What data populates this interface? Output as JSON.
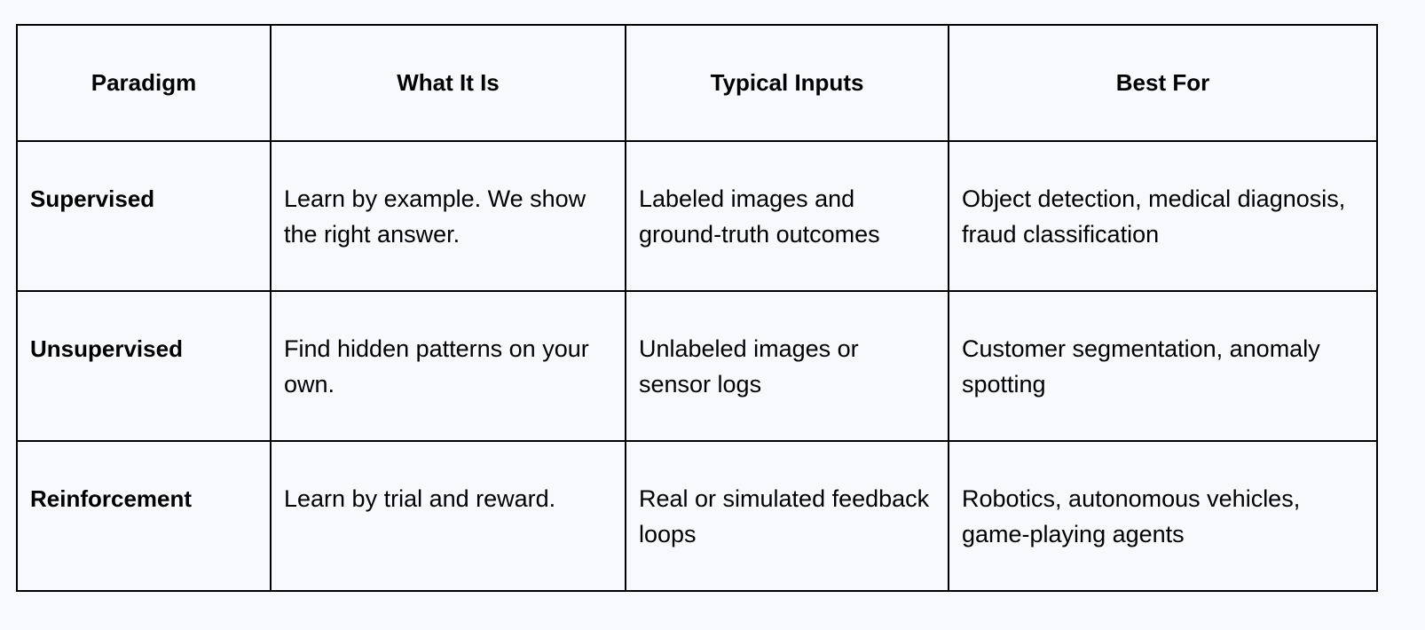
{
  "table": {
    "headers": [
      "Paradigm",
      "What It Is",
      "Typical Inputs",
      "Best For"
    ],
    "rows": [
      {
        "paradigm": "Supervised",
        "what_it_is": "Learn by example. We show the right answer.",
        "typical_inputs": "Labeled images and ground-truth outcomes",
        "best_for": "Object detection, medical diagnosis, fraud classification"
      },
      {
        "paradigm": "Unsupervised",
        "what_it_is": "Find hidden patterns on your own.",
        "typical_inputs": "Unlabeled images or sensor logs",
        "best_for": "Customer segmentation, anomaly spotting"
      },
      {
        "paradigm": "Reinforcement",
        "what_it_is": "Learn by trial and reward.",
        "typical_inputs": "Real or simulated feedback loops",
        "best_for": "Robotics, autonomous vehicles, game-playing agents"
      }
    ]
  },
  "colors": {
    "background": "#f8f9fc",
    "border": "#000000",
    "text": "#000000"
  }
}
